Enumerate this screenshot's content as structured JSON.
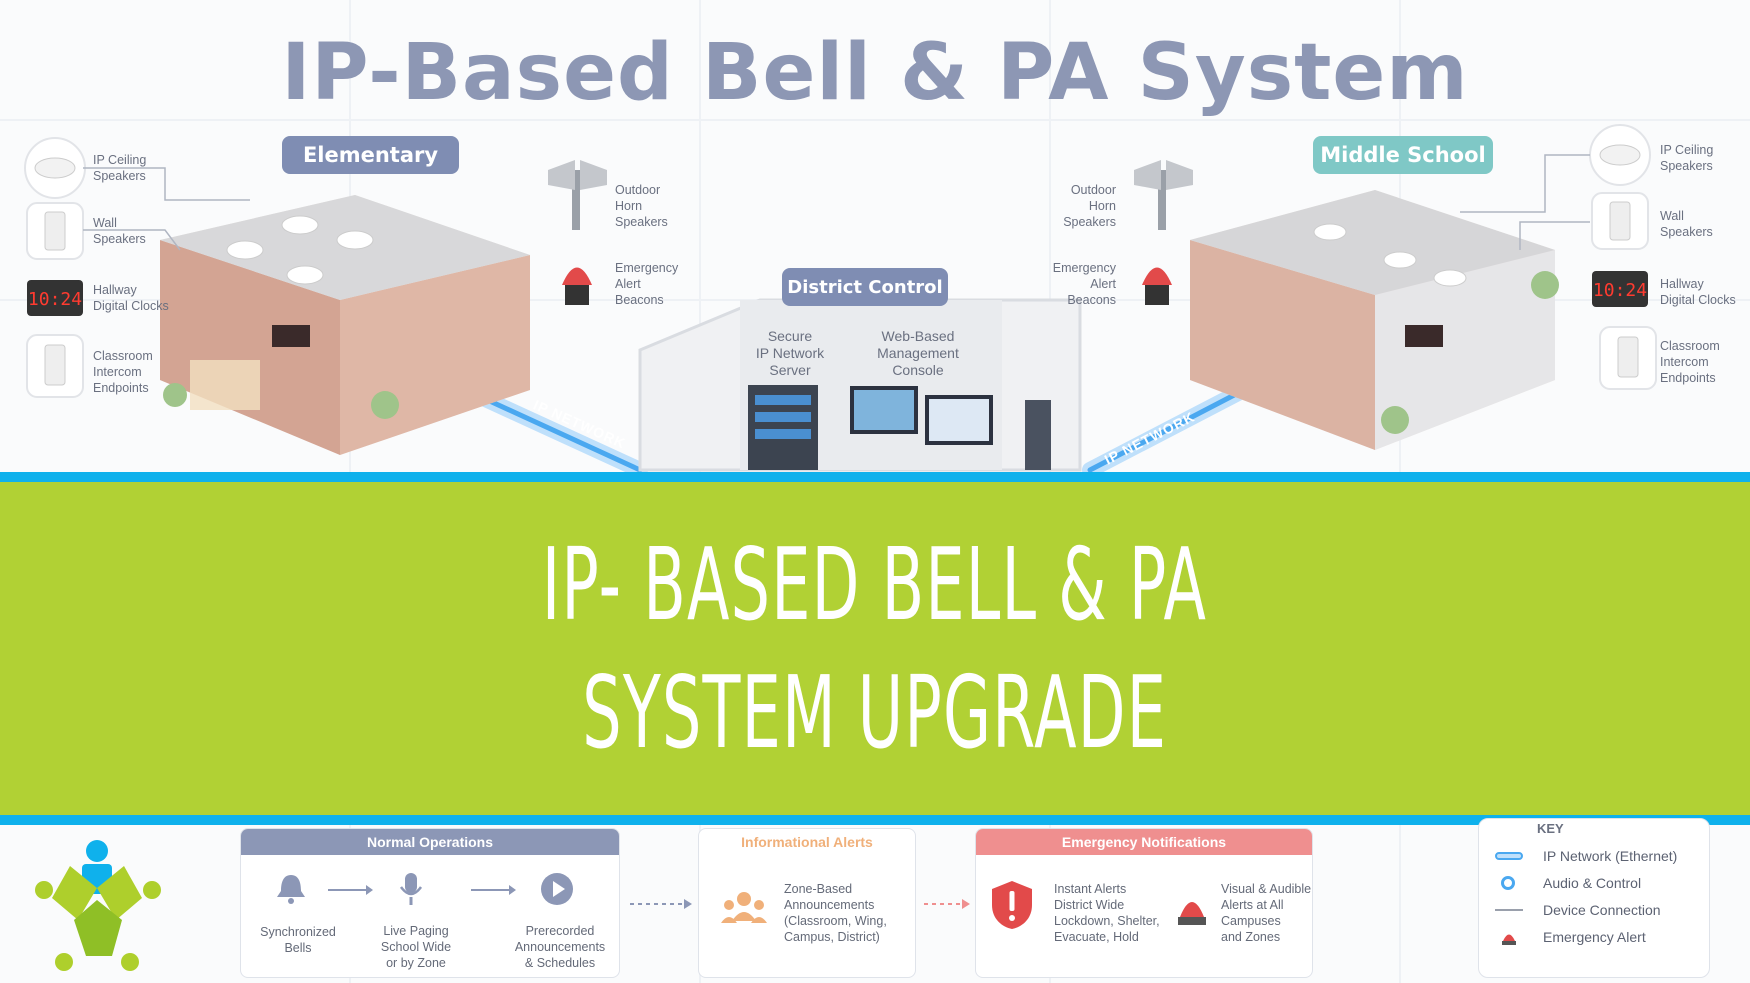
{
  "title": "IP-Based Bell & PA System",
  "schools": {
    "elementary": {
      "label": "Elementary",
      "devices": [
        "IP Ceiling\nSpeakers",
        "Wall\nSpeakers",
        "Hallway\nDigital Clocks",
        "Classroom\nIntercom\nEndpoints"
      ],
      "outdoor": [
        "Outdoor\nHorn\nSpeakers",
        "Emergency\nAlert\nBeacons"
      ],
      "clock_reading": "10:24"
    },
    "middle_school": {
      "label": "Middle School",
      "devices": [
        "IP Ceiling\nSpeakers",
        "Wall\nSpeakers",
        "Hallway\nDigital Clocks",
        "Classroom\nIntercom\nEndpoints"
      ],
      "outdoor": [
        "Outdoor\nHorn\nSpeakers",
        "Emergency\nAlert\nBeacons"
      ],
      "clock_reading": "10:24"
    }
  },
  "district_control": {
    "label": "District Control",
    "server_label": "Secure\nIP Network\nServer",
    "console_label": "Web-Based\nManagement\nConsole"
  },
  "network_label": "IP NETWORK",
  "banner": {
    "line1": "IP- BASED BELL & PA",
    "line2": "SYSTEM UPGRADE"
  },
  "panels": {
    "normal": {
      "title": "Normal Operations",
      "items": [
        "Synchronized\nBells",
        "Live Paging\nSchool Wide\nor by Zone",
        "Prerecorded\nAnnouncements\n& Schedules"
      ]
    },
    "informational": {
      "title": "Informational Alerts",
      "text": "Zone-Based\nAnnouncements\n(Classroom, Wing,\nCampus, District)"
    },
    "emergency": {
      "title": "Emergency Notifications",
      "text1": "Instant Alerts\nDistrict Wide\nLockdown, Shelter,\nEvacuate, Hold",
      "text2": "Visual & Audible\nAlerts at All\nCampuses\nand Zones"
    },
    "key": {
      "title": "KEY",
      "items": [
        "IP Network (Ethernet)",
        "Audio & Control",
        "Device Connection",
        "Emergency Alert"
      ]
    }
  },
  "colors": {
    "banner": "#aecf2c",
    "banner_stripe": "#0fb1ec",
    "title": "#8d97b4",
    "network": "#4aa8f0",
    "alert_red": "#e24a4a"
  }
}
